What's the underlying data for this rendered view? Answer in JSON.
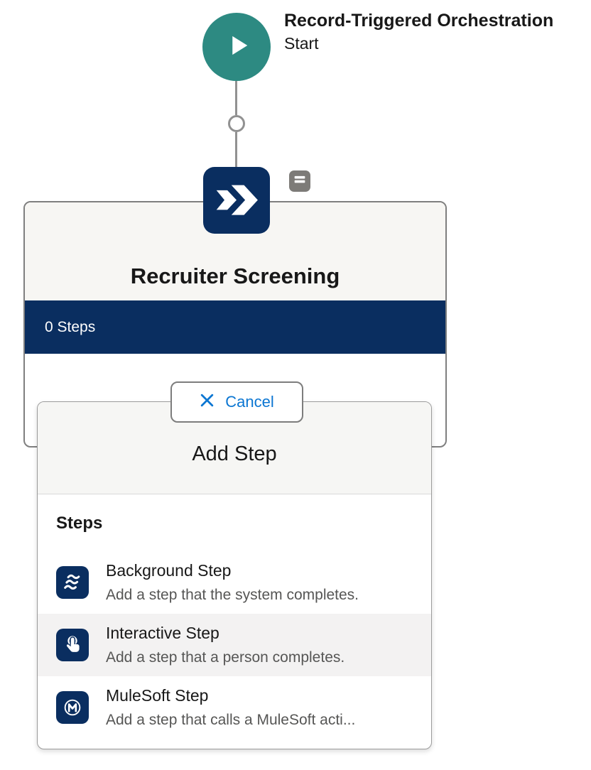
{
  "flow_canvas": {
    "start_node": {
      "icon": "play-icon",
      "title": "Record-Triggered Orchestration",
      "subtitle": "Start",
      "color": "#2D8A82"
    },
    "connector": {
      "color": "#919191"
    },
    "stage_card": {
      "icon": "double-chevron-icon",
      "badge_icon": "stage-details-icon",
      "title": "Recruiter Screening",
      "steps_bar": {
        "label": "0 Steps",
        "color": "#0A2E60"
      }
    },
    "cancel_button": {
      "icon": "close-icon",
      "label": "Cancel",
      "color": "#0B76D2"
    }
  },
  "add_step_panel": {
    "title": "Add Step",
    "section_header": "Steps",
    "icon_color": "#0A2E60",
    "items": [
      {
        "icon": "waves-icon",
        "name": "Background Step",
        "description": "Add a step that the system completes."
      },
      {
        "icon": "touch-icon",
        "name": "Interactive Step",
        "description": "Add a step that a person completes."
      },
      {
        "icon": "mulesoft-icon",
        "name": "MuleSoft Step",
        "description": "Add a step that calls a MuleSoft acti..."
      }
    ]
  }
}
